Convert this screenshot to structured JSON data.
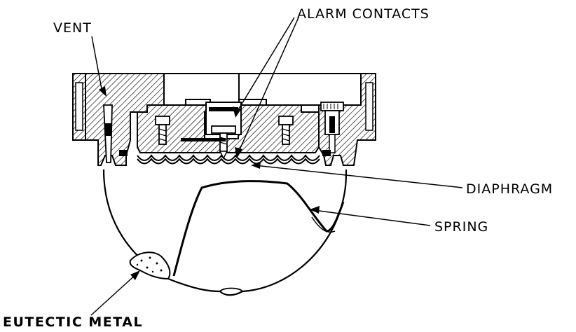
{
  "labels": {
    "vent": "VENT",
    "alarm_contacts": "ALARM CONTACTS",
    "diaphragm": "DIAPHRAGM",
    "spring": "SPRING",
    "eutectic_metal": "EUTECTIC METAL"
  },
  "colors": {
    "ink": "#000000",
    "paper": "#ffffff"
  }
}
